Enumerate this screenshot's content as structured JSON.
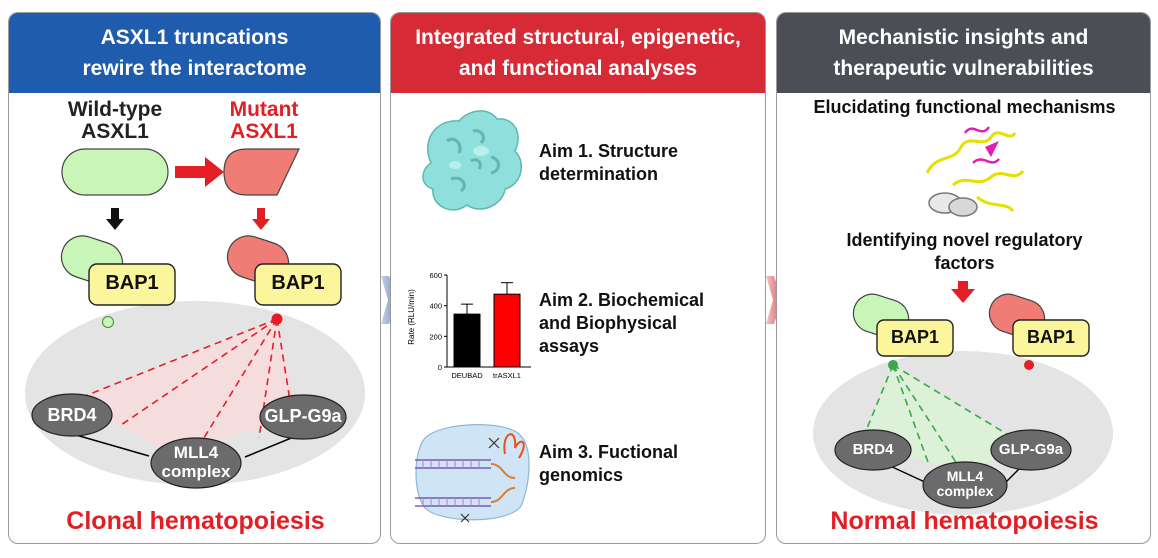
{
  "panel1": {
    "title_line1": "ASXL1 truncations",
    "title_line2": "rewire the interactome",
    "header_color": "#1f5cad",
    "wt_label_line1": "Wild-type",
    "wt_label_line2": "ASXL1",
    "mut_label_line1": "Mutant",
    "mut_label_line2": "ASXL1",
    "bap1": "BAP1",
    "brd4": "BRD4",
    "glp": "GLP-G9a",
    "mll4_line1": "MLL4",
    "mll4_line2": "complex",
    "footer": "Clonal hematopoiesis"
  },
  "panel2": {
    "title_line1": "Integrated structural, epigenetic,",
    "title_line2": "and functional analyses",
    "header_color": "#d62b36",
    "aim1_line1": "Aim 1. Structure",
    "aim1_line2": "determination",
    "aim2_line1": "Aim 2. Biochemical",
    "aim2_line2": "and Biophysical",
    "aim2_line3": "assays",
    "aim3_line1": "Aim 3. Fuctional",
    "aim3_line2": "genomics"
  },
  "panel3": {
    "title_line1": "Mechanistic insights and",
    "title_line2": "therapeutic vulnerabilities",
    "header_color": "#4b4e55",
    "subtitle": "Elucidating functional mechanisms",
    "identify_line1": "Identifying novel regulatory",
    "identify_line2": "factors",
    "bap1": "BAP1",
    "brd4": "BRD4",
    "glp": "GLP-G9a",
    "mll4_line1": "MLL4",
    "mll4_line2": "complex",
    "footer": "Normal hematopoiesis"
  },
  "chart_data": {
    "type": "bar",
    "categories": [
      "DEUBAD",
      "trASXL1"
    ],
    "values": [
      345,
      475
    ],
    "errors": [
      65,
      75
    ],
    "colors": [
      "#000000",
      "#ff0000"
    ],
    "ylabel": "Rate (RLU/min)",
    "ylim": [
      0,
      600
    ],
    "yticks": [
      "0",
      "200",
      "400",
      "600"
    ],
    "grid": false
  }
}
